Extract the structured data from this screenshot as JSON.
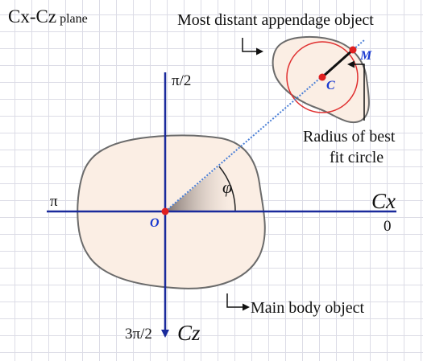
{
  "plane_label": {
    "main": "Cx-Cz",
    "suffix": "plane"
  },
  "top_annotation": "Most distant appendage object",
  "angle_labels": {
    "half_pi": "π/2",
    "pi": "π",
    "zero": "0",
    "three_half_pi": "3π/2"
  },
  "axes": {
    "x": "Cx",
    "z": "Cz"
  },
  "points": {
    "origin": "O",
    "centre": "C",
    "far": "M"
  },
  "angle_symbol": "φ",
  "radius_label": {
    "line1": "Radius of best",
    "line2": "fit circle"
  },
  "main_body_label": "Main body object",
  "colors": {
    "axis": "#1a2a9c",
    "blob_fill": "#fbeee4",
    "blob_stroke": "#6b6b6b",
    "dashed_line": "#4a7fd6",
    "point": "#e02020",
    "fit_circle": "#e03030",
    "label_blue": "#1a3ad0"
  }
}
